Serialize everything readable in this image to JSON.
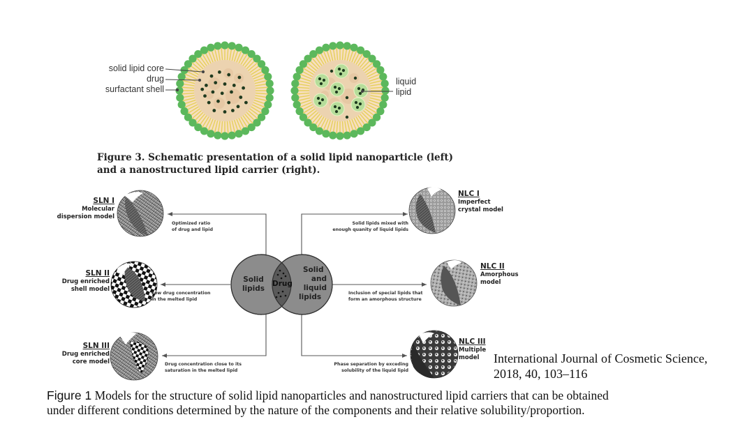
{
  "figure3": {
    "labels": {
      "solid_lipid_core": "solid lipid core",
      "drug": "drug",
      "surfactant_shell": "surfactant shell",
      "liquid_lipid_line1": "liquid",
      "liquid_lipid_line2": "lipid"
    },
    "caption_line1": "Figure 3. Schematic presentation of a solid lipid nanoparticle (left)",
    "caption_line2": "and a nanostructured lipid carrier (right).",
    "colors": {
      "shell_green": "#5cb85c",
      "tail_yellow": "#e6cf5a",
      "core_beige": "#ecd3b0",
      "drug_dark": "#1f3a1f",
      "liquid_green": "#b6dd9a"
    }
  },
  "figure1": {
    "venn": {
      "left": "Solid lipids",
      "left_line1": "Solid",
      "left_line2": "lipids",
      "center": "Drug",
      "right_line1": "Solid",
      "right_line2": "and",
      "right_line3": "liquid",
      "right_line4": "lipids",
      "colors": {
        "circle": "#8c8c8c",
        "overlap": "#5a5a5a",
        "stroke": "#333333"
      }
    },
    "sln_models": [
      {
        "title": "SLN I",
        "sub_line1": "Molecular",
        "sub_line2": "dispersion model",
        "condition_line1": "Optimized ratio",
        "condition_line2": "of drug and lipid"
      },
      {
        "title": "SLN II",
        "sub_line1": "Drug enriched",
        "sub_line2": "shell model",
        "condition_line1": "Low drug concentration",
        "condition_line2": "in the melted lipid"
      },
      {
        "title": "SLN III",
        "sub_line1": "Drug enriched",
        "sub_line2": "core model",
        "condition_line1": "Drug concentration close to its",
        "condition_line2": "saturation in the melted lipid"
      }
    ],
    "nlc_models": [
      {
        "title": "NLC I",
        "sub_line1": "Imperfect",
        "sub_line2": "crystal model",
        "condition_line1": "Solid lipids mixed with",
        "condition_line2": "enough quanity of liquid lipids"
      },
      {
        "title": "NLC II",
        "sub_line1": "Amorphous",
        "sub_line2": "model",
        "condition_line1": "Inclusion of special lipids that",
        "condition_line2": "form an amorphous structure"
      },
      {
        "title": "NLC III",
        "sub_line1": "Multiple",
        "sub_line2": "model",
        "condition_line1": "Phase separation by exceding",
        "condition_line2": "solubility of the liquid lipid"
      }
    ],
    "citation_line1": "International Journal of Cosmetic Science,",
    "citation_line2": "2018, 40, 103–116",
    "caption_label": "Figure 1",
    "caption_text_line1": " Models for the structure of solid lipid nanoparticles and nanostructured lipid carriers that can be obtained",
    "caption_text_line2": "under different conditions determined by the nature of the components and their relative solubility/proportion."
  }
}
